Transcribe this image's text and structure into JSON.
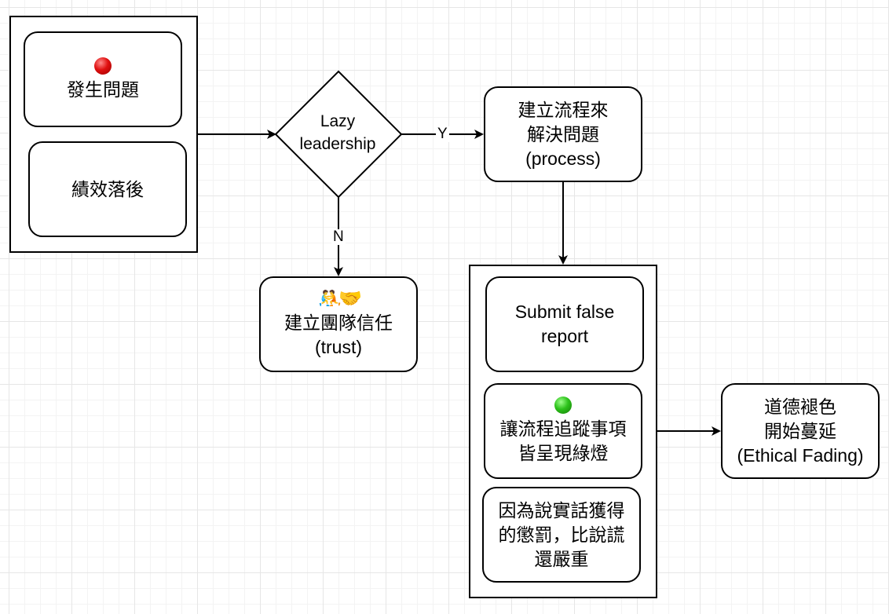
{
  "nodes": {
    "problem": {
      "label": "發生問題",
      "icon": "red-circle-icon",
      "color": "#e01010"
    },
    "performance": {
      "label": "績效落後"
    },
    "decision": {
      "line1": "Lazy",
      "line2": "leadership"
    },
    "process": {
      "line1": "建立流程來",
      "line2": "解決問題",
      "line3": "(process)"
    },
    "trust": {
      "icon": "people-handshake-icon",
      "icon_glyph": "🤼🤝",
      "line1": "建立團隊信任",
      "line2": "(trust)"
    },
    "false_report": {
      "line1": "Submit false",
      "line2": "report"
    },
    "green_light": {
      "icon": "green-circle-icon",
      "color": "#2cc21a",
      "line1": "讓流程追蹤事項",
      "line2": "皆呈現綠燈"
    },
    "punishment": {
      "line1": "因為說實話獲得",
      "line2": "的懲罰，比說謊",
      "line3": "還嚴重"
    },
    "ethical_fading": {
      "line1": "道德褪色",
      "line2": "開始蔓延",
      "line3": "(Ethical Fading)"
    }
  },
  "edges": {
    "yes_label": "Y",
    "no_label": "N"
  }
}
